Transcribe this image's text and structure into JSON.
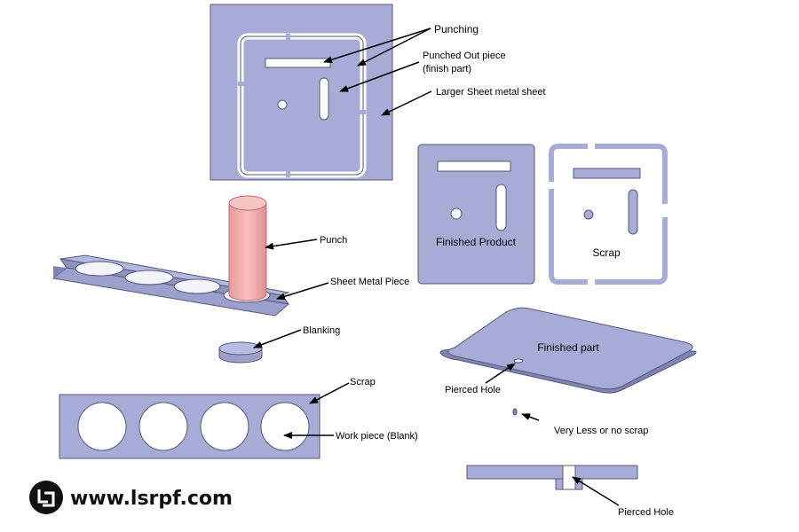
{
  "labels": {
    "punching": "Punching",
    "punched_out_line1": "Punched Out piece",
    "punched_out_line2": "(finish part)",
    "larger_sheet": "Larger Sheet metal  sheet",
    "finished_product": "Finished Product",
    "scrap_right": "Scrap",
    "punch": "Punch",
    "sheet_metal_piece": "Sheet Metal Piece",
    "blanking": "Blanking",
    "scrap_bottom": "Scrap",
    "work_piece": "Work piece (Blank)",
    "finished_part": "Finished part",
    "pierced_hole_top": "Pierced Hole",
    "very_less_scrap": "Very Less or no scrap",
    "pierced_hole_bottom": "Pierced Hole"
  },
  "brand": {
    "url": "www.lsrpf.com",
    "logo_icon": "lsrpf-logo-icon"
  },
  "colors": {
    "sheet": "#a7acd6",
    "edge": "#55597a",
    "punch": "#f2a6a6",
    "punch_edge": "#b86e6e"
  }
}
